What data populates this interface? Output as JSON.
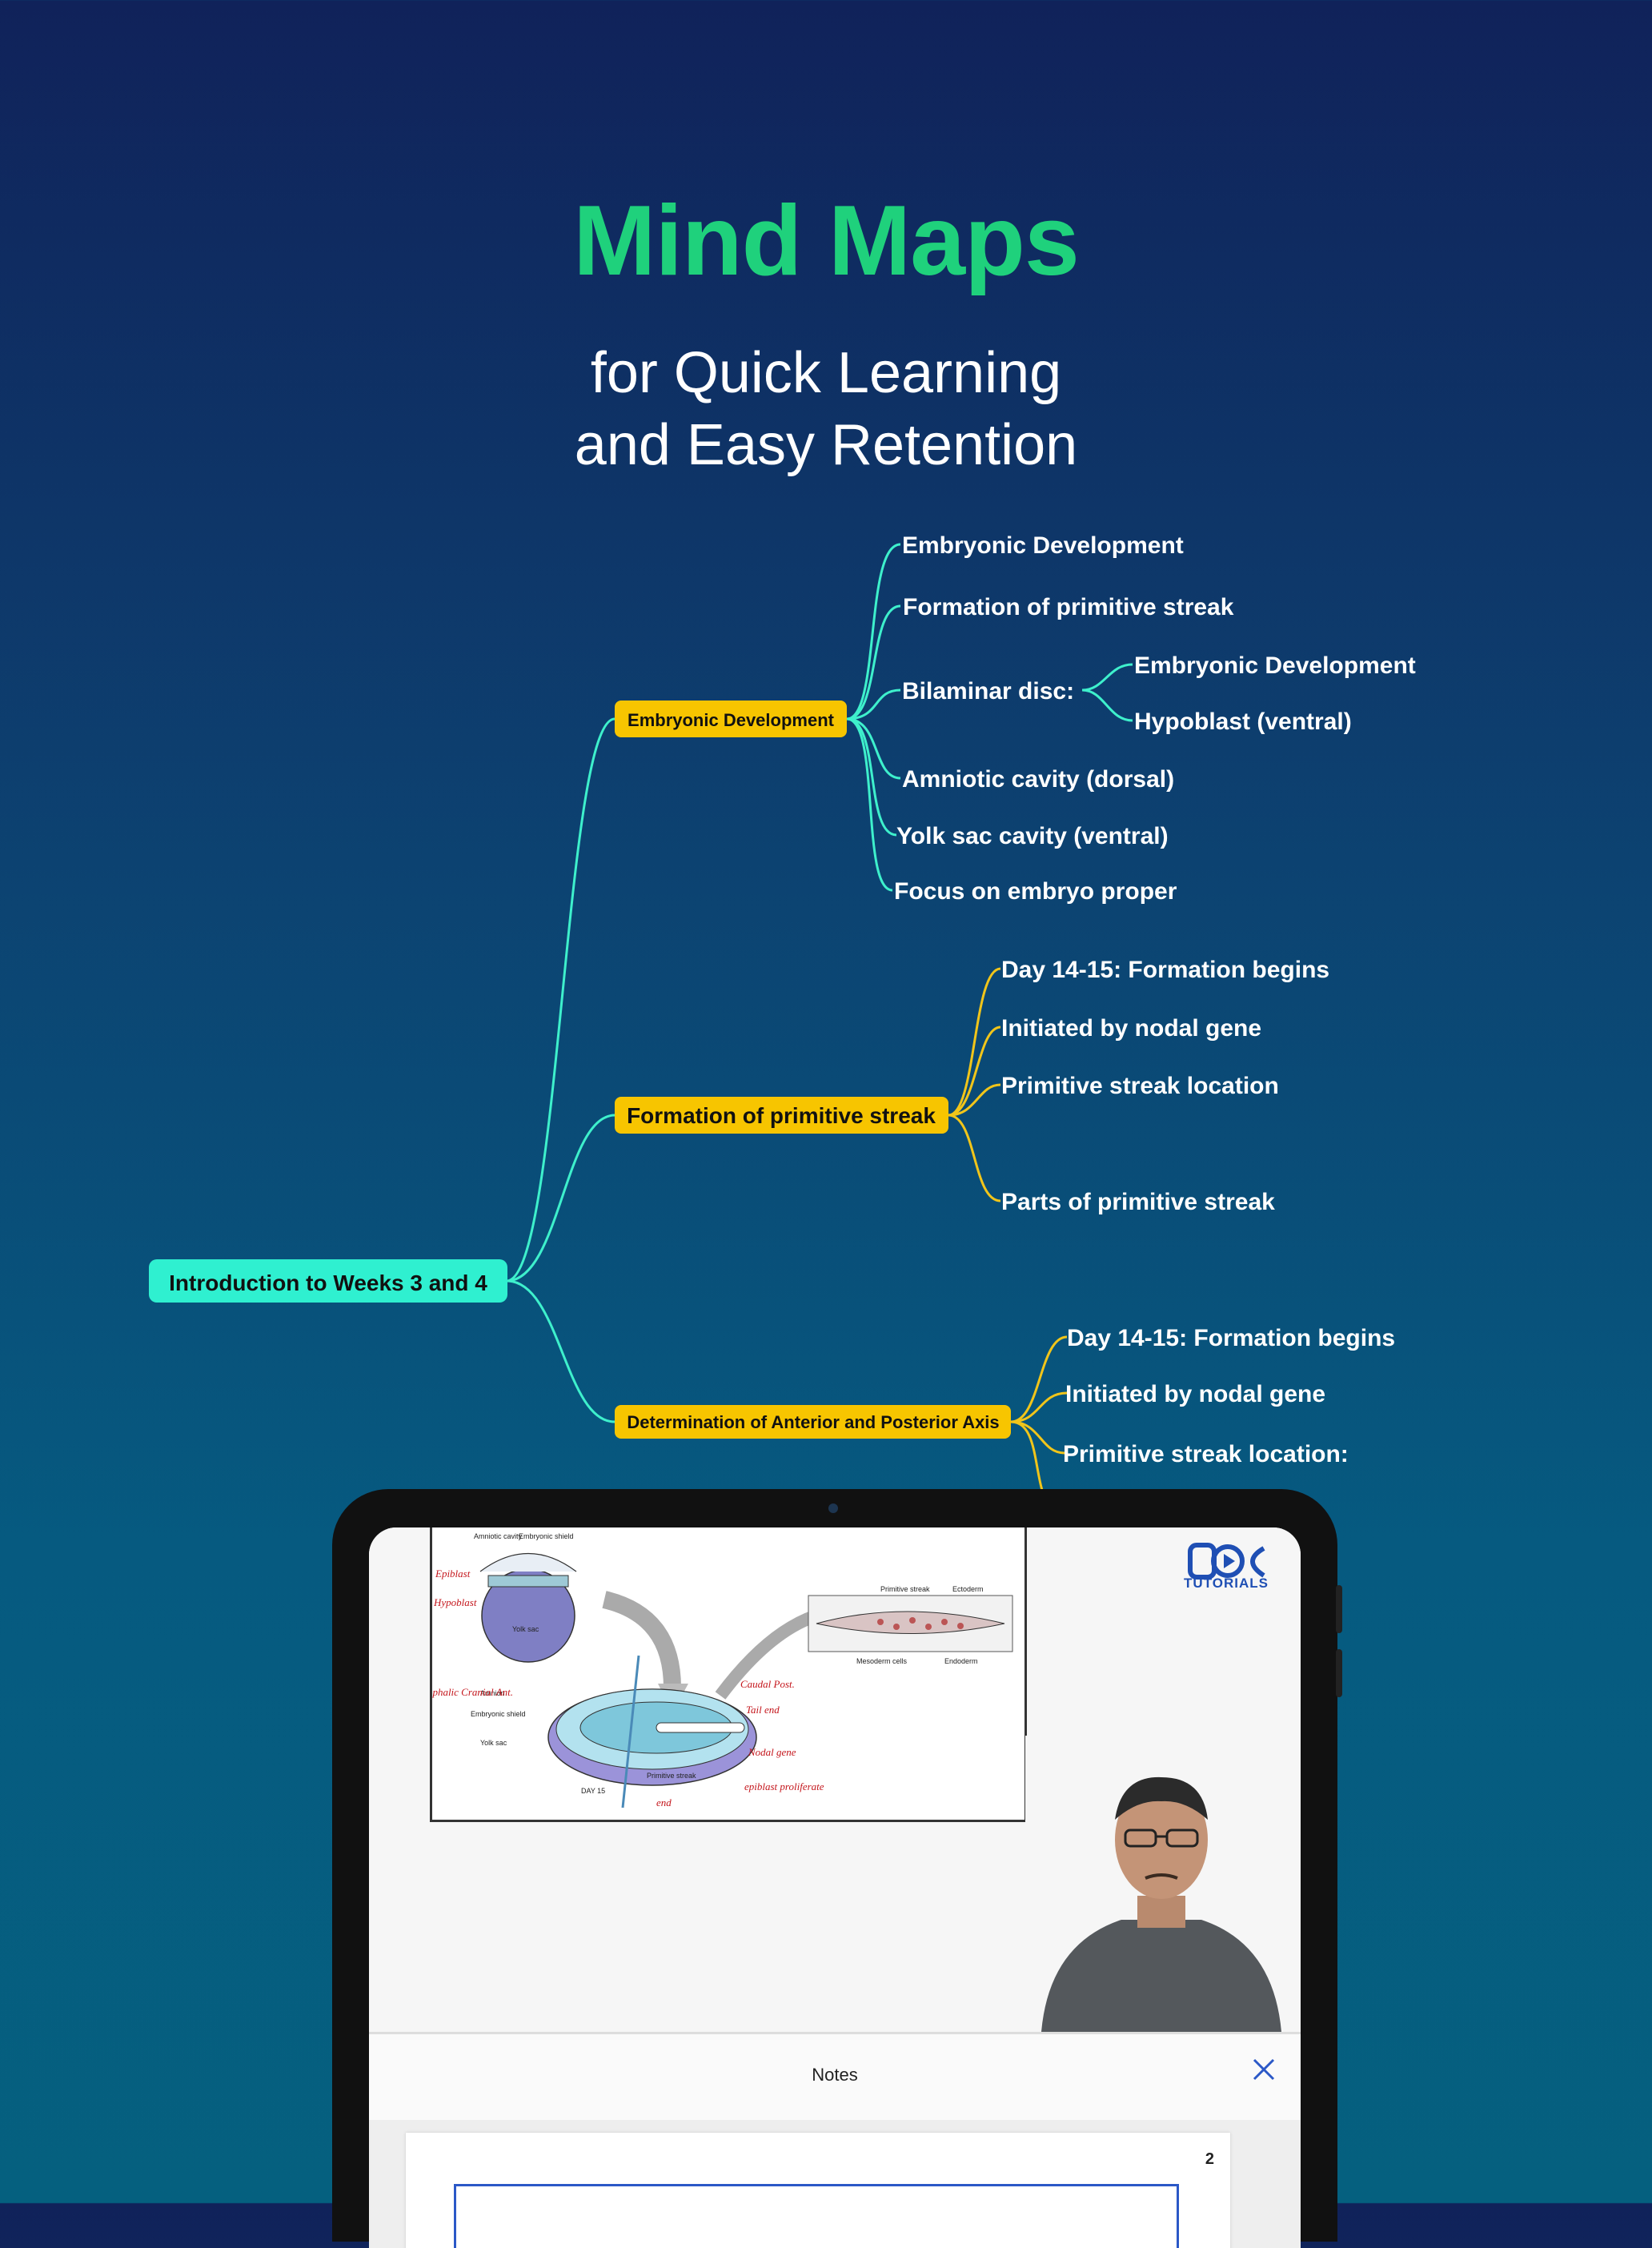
{
  "header": {
    "title": "Mind Maps",
    "subtitle_line1": "for Quick Learning",
    "subtitle_line2": "and Easy Retention"
  },
  "colors": {
    "title_green": "#1fd17c",
    "root_pill": "#2ff0d0",
    "branch_pill": "#f7c500",
    "teal_line": "#3ef0cc",
    "yellow_line": "#f1c51a"
  },
  "mindmap": {
    "root": "Introduction to Weeks 3 and 4",
    "branch1": {
      "label": "Embryonic Development",
      "items": [
        "Embryonic Development",
        "Formation of primitive streak",
        "Bilaminar disc:",
        "Amniotic cavity (dorsal)",
        "Yolk sac cavity (ventral)",
        "Focus on embryo proper"
      ],
      "bilaminar_items": [
        "Embryonic Development",
        "Hypoblast (ventral)"
      ]
    },
    "branch2": {
      "label": "Formation of primitive streak",
      "items": [
        "Day 14-15: Formation begins",
        "Initiated by nodal gene",
        "Primitive streak location",
        "Parts of primitive streak"
      ]
    },
    "branch3": {
      "label": "Determination of Anterior and Posterior Axis",
      "items": [
        "Day 14-15: Formation begins",
        "Initiated by nodal gene",
        "Primitive streak location:"
      ]
    }
  },
  "tablet": {
    "logo_text": "TUTORIALS",
    "whiteboard": {
      "labels": [
        "Amniotic cavity",
        "Embryonic shield",
        "Yolk sac",
        "Amnion",
        "Embryonic shield",
        "Yolk sac",
        "Primitive streak",
        "Ectoderm",
        "Mesoderm cells",
        "Endoderm",
        "Primitive streak",
        "DAY 15"
      ],
      "handwritten": [
        "Epiblast",
        "Hypoblast",
        "Cephalic Cranial Ant.",
        "Caudal Post.",
        "Tail end",
        "Nodal gene",
        "end",
        "epiblast proliferate"
      ]
    },
    "notes": {
      "label": "Notes",
      "close_icon": "close-icon",
      "page_number": "2"
    }
  }
}
